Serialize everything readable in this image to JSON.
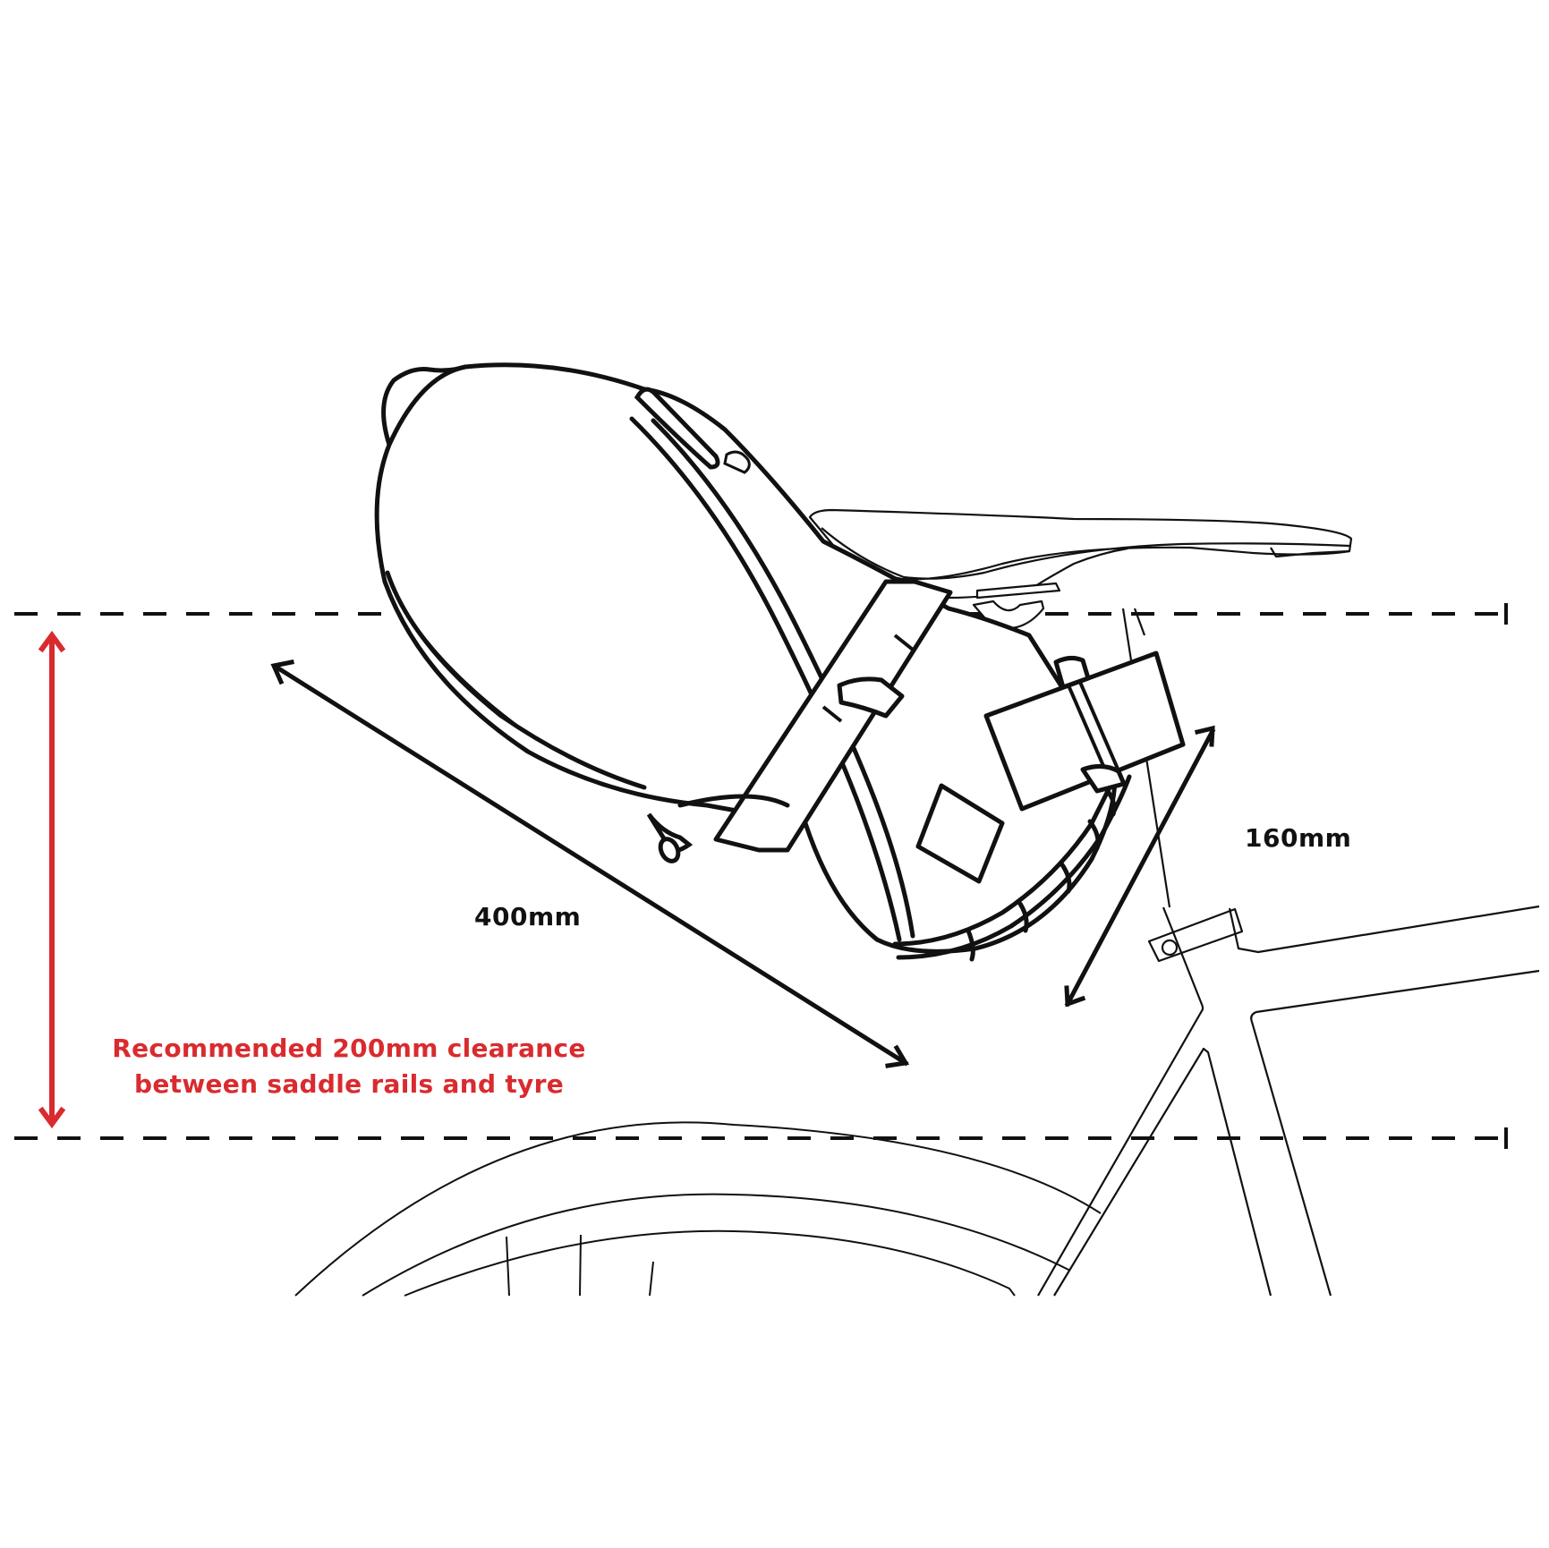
{
  "diagram": {
    "subject": "Saddle bag mounted under bicycle saddle with size dimensions and tyre clearance",
    "dimensions": {
      "length_label": "400mm",
      "diameter_label": "160mm"
    },
    "clearance": {
      "line1": "Recommended 200mm clearance",
      "line2": "between saddle rails and tyre",
      "color": "#d92b2f"
    },
    "colors": {
      "line": "#111111",
      "background": "#ffffff",
      "accent_red": "#d92b2f"
    },
    "guides": {
      "top_guide": "saddle-rail reference line (dashed)",
      "bottom_guide": "tyre top reference line (dashed)"
    }
  }
}
